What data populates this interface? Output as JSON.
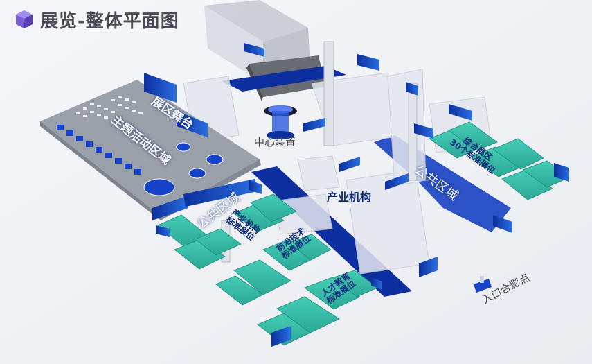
{
  "header": {
    "title": "展览-整体平面图",
    "icon": "purple-cube-icon"
  },
  "zones": {
    "main_stage": "展区舞台",
    "theme_activity": "主题活动区域",
    "center_installation": "中心装置",
    "industry_org": "产业机构",
    "public_area_left": "公共区域",
    "public_area_right": "公共区域",
    "combo_booth": [
      "综合展区",
      "30个标准展位"
    ],
    "industry_booth": [
      "产业机构",
      "标准展位"
    ],
    "frontier_tech_booth": [
      "前沿技术",
      "标准展位"
    ],
    "talent_edu_booth": [
      "人才教育",
      "标准展位"
    ],
    "entrance_photo": "入口合影点"
  },
  "colors": {
    "background": "#eef0f4",
    "floor": "#f3f4f7",
    "accent_blue": "#0d2fa0",
    "teal_booth": "#2bb5a0",
    "gray_stage": "#9aa0a9",
    "title_purple": "#6a4fc9",
    "title_text": "#4b4b55"
  }
}
